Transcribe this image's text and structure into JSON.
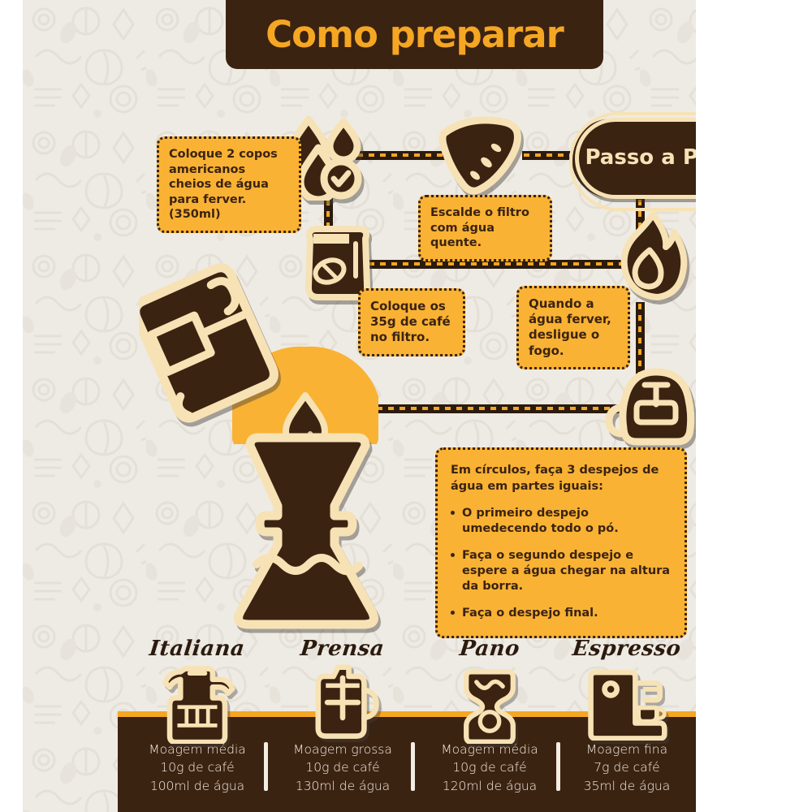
{
  "poster": {
    "title": "Como preparar",
    "badge": "Passo a Passo",
    "colors": {
      "dark_brown": "#3b2312",
      "orange": "#f9b233",
      "gold": "#f5a623",
      "cream": "#f7e2b5",
      "background": "#eeebe4"
    }
  },
  "steps": [
    {
      "id": "step-water",
      "icon": "water-drops-check-icon",
      "text": "Coloque 2 copos americanos cheios de água para ferver. (350ml)"
    },
    {
      "id": "step-filter",
      "icon": "coffee-filter-icon",
      "text": "Escalde o filtro com água quente."
    },
    {
      "id": "step-coffee",
      "icon": "coffee-bag-icon",
      "text": "Coloque os 35g de café no filtro."
    },
    {
      "id": "step-fire",
      "icon": "flame-icon",
      "text": "Quando a água ferver, desligue o fogo."
    }
  ],
  "pour": {
    "icon": "kettle-icon",
    "heading": "Em círculos, faça 3 despejos de água em partes iguais:",
    "bullets": [
      "O primeiro despejo umedecendo todo o pó.",
      "Faça o segundo despejo e espere a água chegar na altura da borra.",
      "Faça o despejo final."
    ]
  },
  "methods": [
    {
      "name": "Italiana",
      "icon": "moka-pot-icon",
      "grind": "Moagem média",
      "coffee": "10g de café",
      "water": "100ml de água"
    },
    {
      "name": "Prensa",
      "icon": "french-press-icon",
      "grind": "Moagem grossa",
      "coffee": "10g de café",
      "water": "130ml de água"
    },
    {
      "name": "Pano",
      "icon": "cloth-dripper-icon",
      "grind": "Moagem média",
      "coffee": "10g de café",
      "water": "120ml de água"
    },
    {
      "name": "Espresso",
      "icon": "espresso-machine-icon",
      "grind": "Moagem fina",
      "coffee": "7g de café",
      "water": "35ml de água"
    }
  ]
}
